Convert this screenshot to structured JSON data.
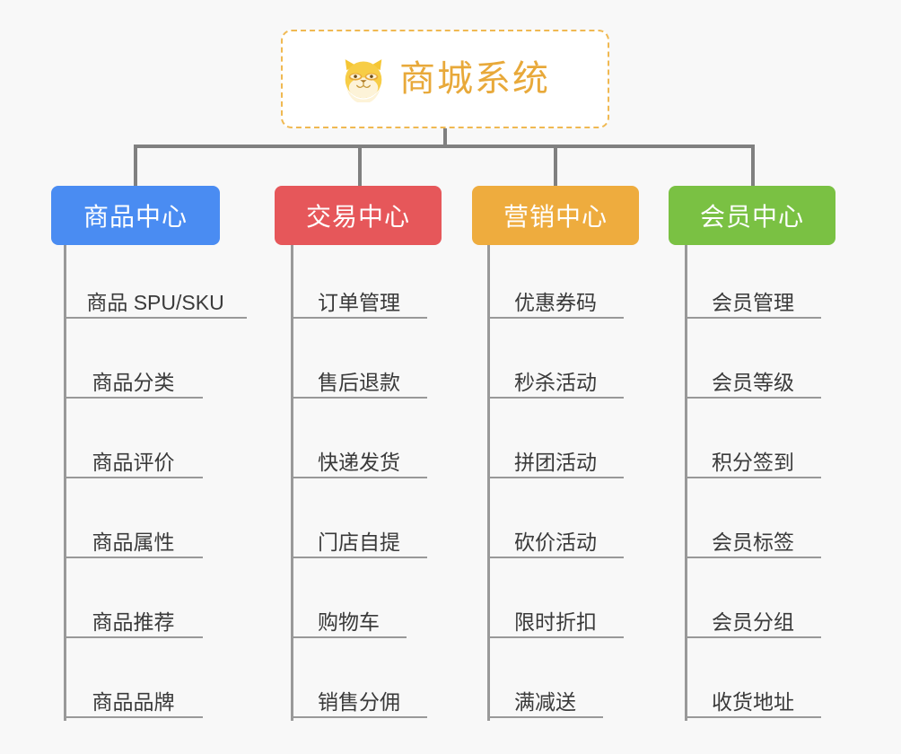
{
  "background_color": "#f8f8f8",
  "root": {
    "icon": "shiba-dog-face-icon",
    "title": "商城系统",
    "title_color": "#e8a93a",
    "border_color": "#f0b952",
    "border_style": "dashed"
  },
  "connector_color": "#808080",
  "leaf_line_color": "#999999",
  "columns": [
    {
      "id": "product-center",
      "header": "商品中心",
      "color": "#4a8cf2",
      "items": [
        "商品 SPU/SKU",
        "商品分类",
        "商品评价",
        "商品属性",
        "商品推荐",
        "商品品牌"
      ]
    },
    {
      "id": "trade-center",
      "header": "交易中心",
      "color": "#e6575a",
      "items": [
        "订单管理",
        "售后退款",
        "快递发货",
        "门店自提",
        "购物车",
        "销售分佣"
      ]
    },
    {
      "id": "marketing-center",
      "header": "营销中心",
      "color": "#eeac3e",
      "items": [
        "优惠券码",
        "秒杀活动",
        "拼团活动",
        "砍价活动",
        "限时折扣",
        "满减送"
      ]
    },
    {
      "id": "member-center",
      "header": "会员中心",
      "color": "#7ac143",
      "items": [
        "会员管理",
        "会员等级",
        "积分签到",
        "会员标签",
        "会员分组",
        "收货地址"
      ]
    }
  ]
}
